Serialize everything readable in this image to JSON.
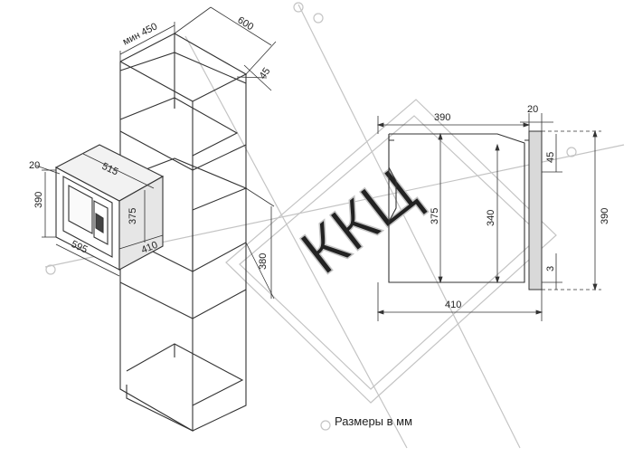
{
  "watermark": {
    "text": "ККЦ"
  },
  "left_drawing": {
    "cabinet_depth_min": "мин 450",
    "cabinet_depth": "600",
    "top_gap": "45",
    "microwave_width": "595",
    "microwave_inner_width": "515",
    "microwave_frame_height": "390",
    "microwave_frame_thickness": "20",
    "microwave_body_height": "375",
    "microwave_body_depth": "410",
    "niche_height": "380"
  },
  "right_drawing": {
    "body_depth": "390",
    "frame_thickness": "20",
    "body_height_outer": "375",
    "body_height_inner": "340",
    "frame_height": "390",
    "frame_top_offset": "45",
    "frame_bottom_offset": "3",
    "overall_depth": "410"
  },
  "caption": "Размеры в мм",
  "colors": {
    "line": "#333333",
    "watermark": "#c4c4c4",
    "frame_grey": "#d9d9d9"
  }
}
